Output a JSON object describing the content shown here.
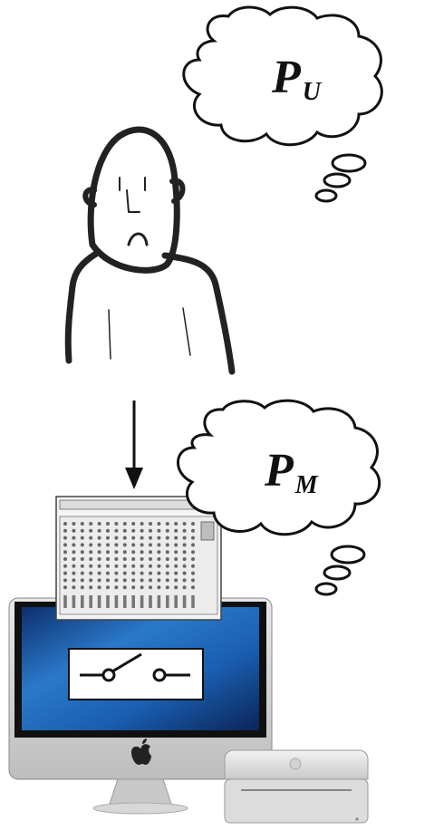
{
  "bubbles": {
    "user": {
      "main": "P",
      "subscript": "U"
    },
    "machine": {
      "main": "P",
      "subscript": "M"
    }
  },
  "icons": {
    "person": "person-sketch-icon",
    "mixer": "audio-mixer-icon",
    "computer": "imac-icon",
    "switch": "open-switch-icon",
    "apple": "apple-logo-icon",
    "mini": "mac-mini-icon"
  },
  "colors": {
    "ink": "#111111",
    "screen_blue": "#1d63b8",
    "metal": "#d6d6d6"
  }
}
